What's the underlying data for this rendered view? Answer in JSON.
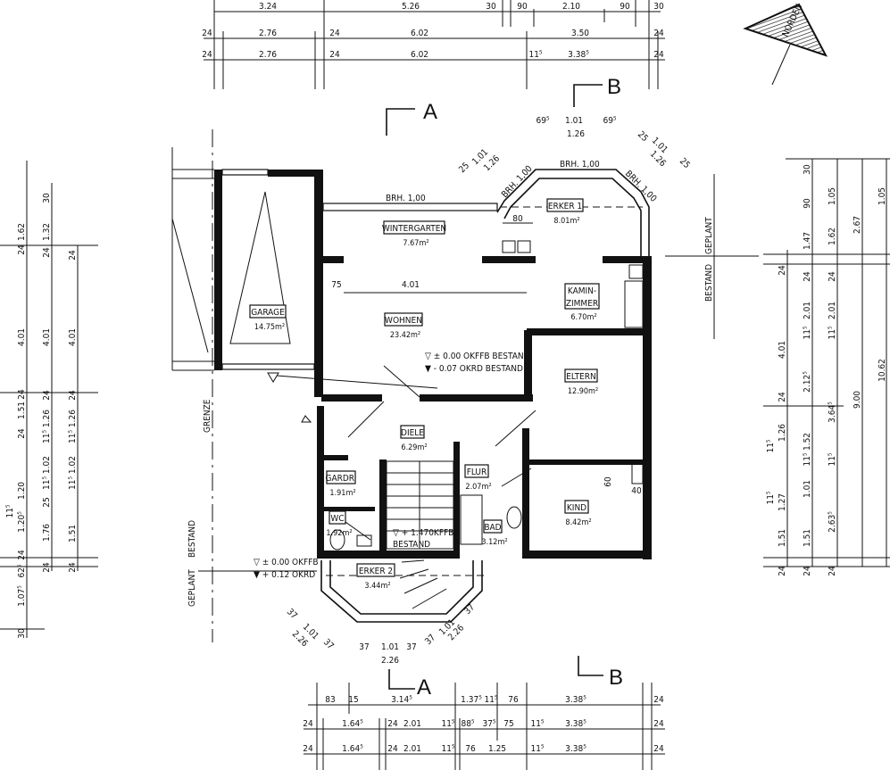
{
  "compass": {
    "label": "NORDEN"
  },
  "section_markers": {
    "a": "A",
    "b": "B"
  },
  "rooms": [
    {
      "name": "GARAGE",
      "area": "14.75m²"
    },
    {
      "name": "WINTERGARTEN",
      "area": "7.67m²"
    },
    {
      "name": "ERKER 1",
      "area": "8.01m²"
    },
    {
      "name": "WOHNEN",
      "area": "23.42m²"
    },
    {
      "name": "KAMIN-",
      "name2": "ZIMMER",
      "area": "6.70m²"
    },
    {
      "name": "ELTERN",
      "area": "12.90m²"
    },
    {
      "name": "DIELE",
      "area": "6.29m²"
    },
    {
      "name": "GARDR.",
      "area": "1.91m²"
    },
    {
      "name": "WC",
      "area": "1.92m²"
    },
    {
      "name": "FLUR",
      "area": "2.07m²"
    },
    {
      "name": "BAD",
      "area": "3.12m²"
    },
    {
      "name": "KIND",
      "area": "8.42m²"
    },
    {
      "name": "ERKER 2",
      "area": "3.44m²"
    }
  ],
  "levels": {
    "wohnen_1": "▽ ± 0.00 OKFFB BESTAND",
    "wohnen_2": "▼ - 0.07 OKRD  BESTAND",
    "stair_1": "▽ + 1.470KFFB",
    "stair_2": "BESTAND",
    "entry_1": "▽ ± 0.00 OKFFB",
    "entry_2": "▼ + 0.12  OKRD"
  },
  "labels": {
    "grenze": "GRENZE",
    "bestand_left": "BESTAND",
    "geplant_left": "GEPLANT",
    "geplant_right": "GEPLANT",
    "bestand_right": "BESTAND",
    "brh_wintergarten": "BRH. 1,00",
    "brh_erker_top": "BRH. 1,00",
    "brh_erker_left": "BRH. 1,00",
    "brh_erker_right": "BRH. 1,00"
  },
  "dims": {
    "top_row1": [
      "3.24",
      "5.26",
      "30",
      "90",
      "2.10",
      "90",
      "30"
    ],
    "top_row2": [
      "24",
      "2.76",
      "24",
      "6.02",
      "3.50",
      "24"
    ],
    "top_row3": [
      "24",
      "2.76",
      "24",
      "6.02",
      "11⁵",
      "3.38⁵",
      "24"
    ],
    "bottom_row1": [
      "83",
      "15",
      "3.14⁵",
      "1.37⁵",
      "11⁵",
      "76",
      "3.38⁵",
      "24"
    ],
    "bottom_row2": [
      "24",
      "1.64⁵",
      "24",
      "2.01",
      "11⁵",
      "88⁵",
      "37⁵",
      "75",
      "11⁵",
      "3.38⁵",
      "24"
    ],
    "bottom_row3": [
      "24",
      "1.64⁵",
      "24",
      "2.01",
      "11⁵",
      "76",
      "1.25",
      "11⁵",
      "3.38⁵",
      "24"
    ],
    "left_col1": [
      "1.62",
      "24",
      "4.01",
      "24",
      "1.51",
      "24",
      "1.20",
      "11⁵",
      "1.20⁵",
      "24",
      "62⁵",
      "1.07⁵",
      "30"
    ],
    "left_col2": [
      "30",
      "1.32",
      "24",
      "4.01",
      "24",
      "11⁵ 1.26",
      "11⁵ 1.02",
      "25",
      "1.76",
      "24"
    ],
    "left_col3": [
      "24",
      "4.01",
      "24",
      "11⁵ 1.26",
      "11⁵ 1.02",
      "1.51",
      "24"
    ],
    "right_col1": [
      "24",
      "4.01",
      "24",
      "1.26",
      "11⁵",
      "1.27",
      "11⁵",
      "1.51",
      "24"
    ],
    "right_col2": [
      "30",
      "90",
      "1.47",
      "24",
      "2.01",
      "11⁵",
      "2.12⁵",
      "1.52",
      "11⁵",
      "1.01",
      "1.51",
      "24"
    ],
    "right_col3": [
      "1.05",
      "1.62",
      "24",
      "2.01",
      "11⁵",
      "3.64⁵",
      "11⁵",
      "2.63⁵",
      "24"
    ],
    "right_col4": [
      "2.67",
      "9.00"
    ],
    "right_col5": [
      "1.05",
      "10.62"
    ],
    "erker1_top": [
      "69⁵",
      "1.01",
      "69⁵",
      "1.26"
    ],
    "erker1_left": [
      "25",
      "1.01",
      "1.26"
    ],
    "erker1_right": [
      "25",
      "1.01",
      "1.26",
      "25"
    ],
    "erker1_depth": "80",
    "wohnen": [
      "75",
      "4.01"
    ],
    "kind": [
      "60",
      "40"
    ],
    "erker2_bottom": [
      "37",
      "1.01",
      "37",
      "2.26"
    ],
    "erker2_left": [
      "37",
      "1.01",
      "2.26",
      "37"
    ],
    "erker2_right": [
      "37",
      "1.01",
      "2.26",
      "37"
    ]
  }
}
